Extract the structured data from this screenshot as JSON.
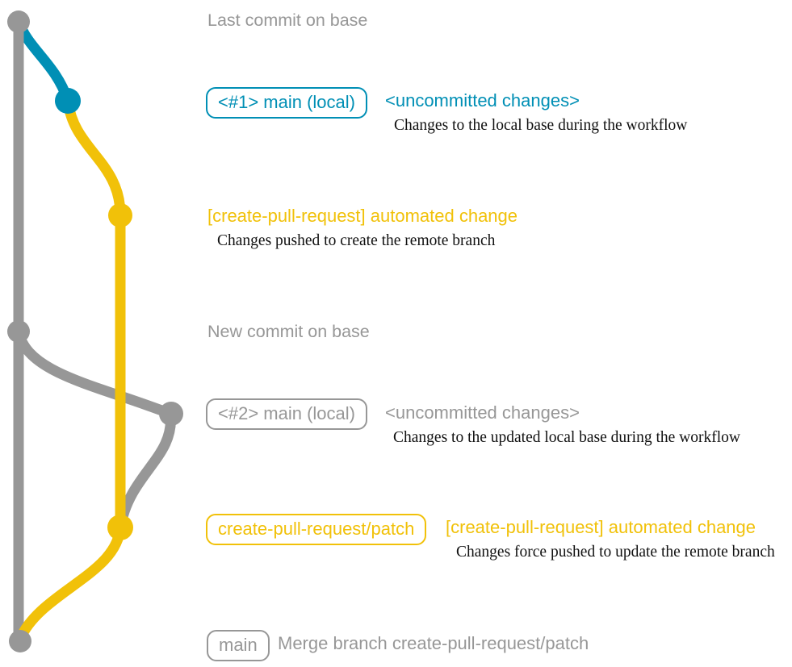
{
  "colors": {
    "base_gray": "#979797",
    "local_blue": "#008fb5",
    "patch_yellow": "#f1c109",
    "note_black": "#111111",
    "background": "#ffffff"
  },
  "sections": {
    "last_base_commit": {
      "label": "Last commit on base"
    },
    "local_main_1": {
      "tag": "<#1> main (local)",
      "status": "<uncommitted changes>",
      "note": "Changes to the local base during the workflow"
    },
    "push_commit": {
      "title": "[create-pull-request] automated change",
      "note": "Changes pushed to create the remote branch"
    },
    "new_base_commit": {
      "label": "New commit on base"
    },
    "local_main_2": {
      "tag": "<#2> main (local)",
      "status": "<uncommitted changes>",
      "note": "Changes to the updated local base during the workflow"
    },
    "force_push_commit": {
      "branch_tag": "create-pull-request/patch",
      "title": "[create-pull-request] automated change",
      "note": "Changes force pushed to update the remote branch"
    },
    "merge_commit": {
      "branch_tag": "main",
      "message": "Merge branch create-pull-request/patch"
    }
  }
}
